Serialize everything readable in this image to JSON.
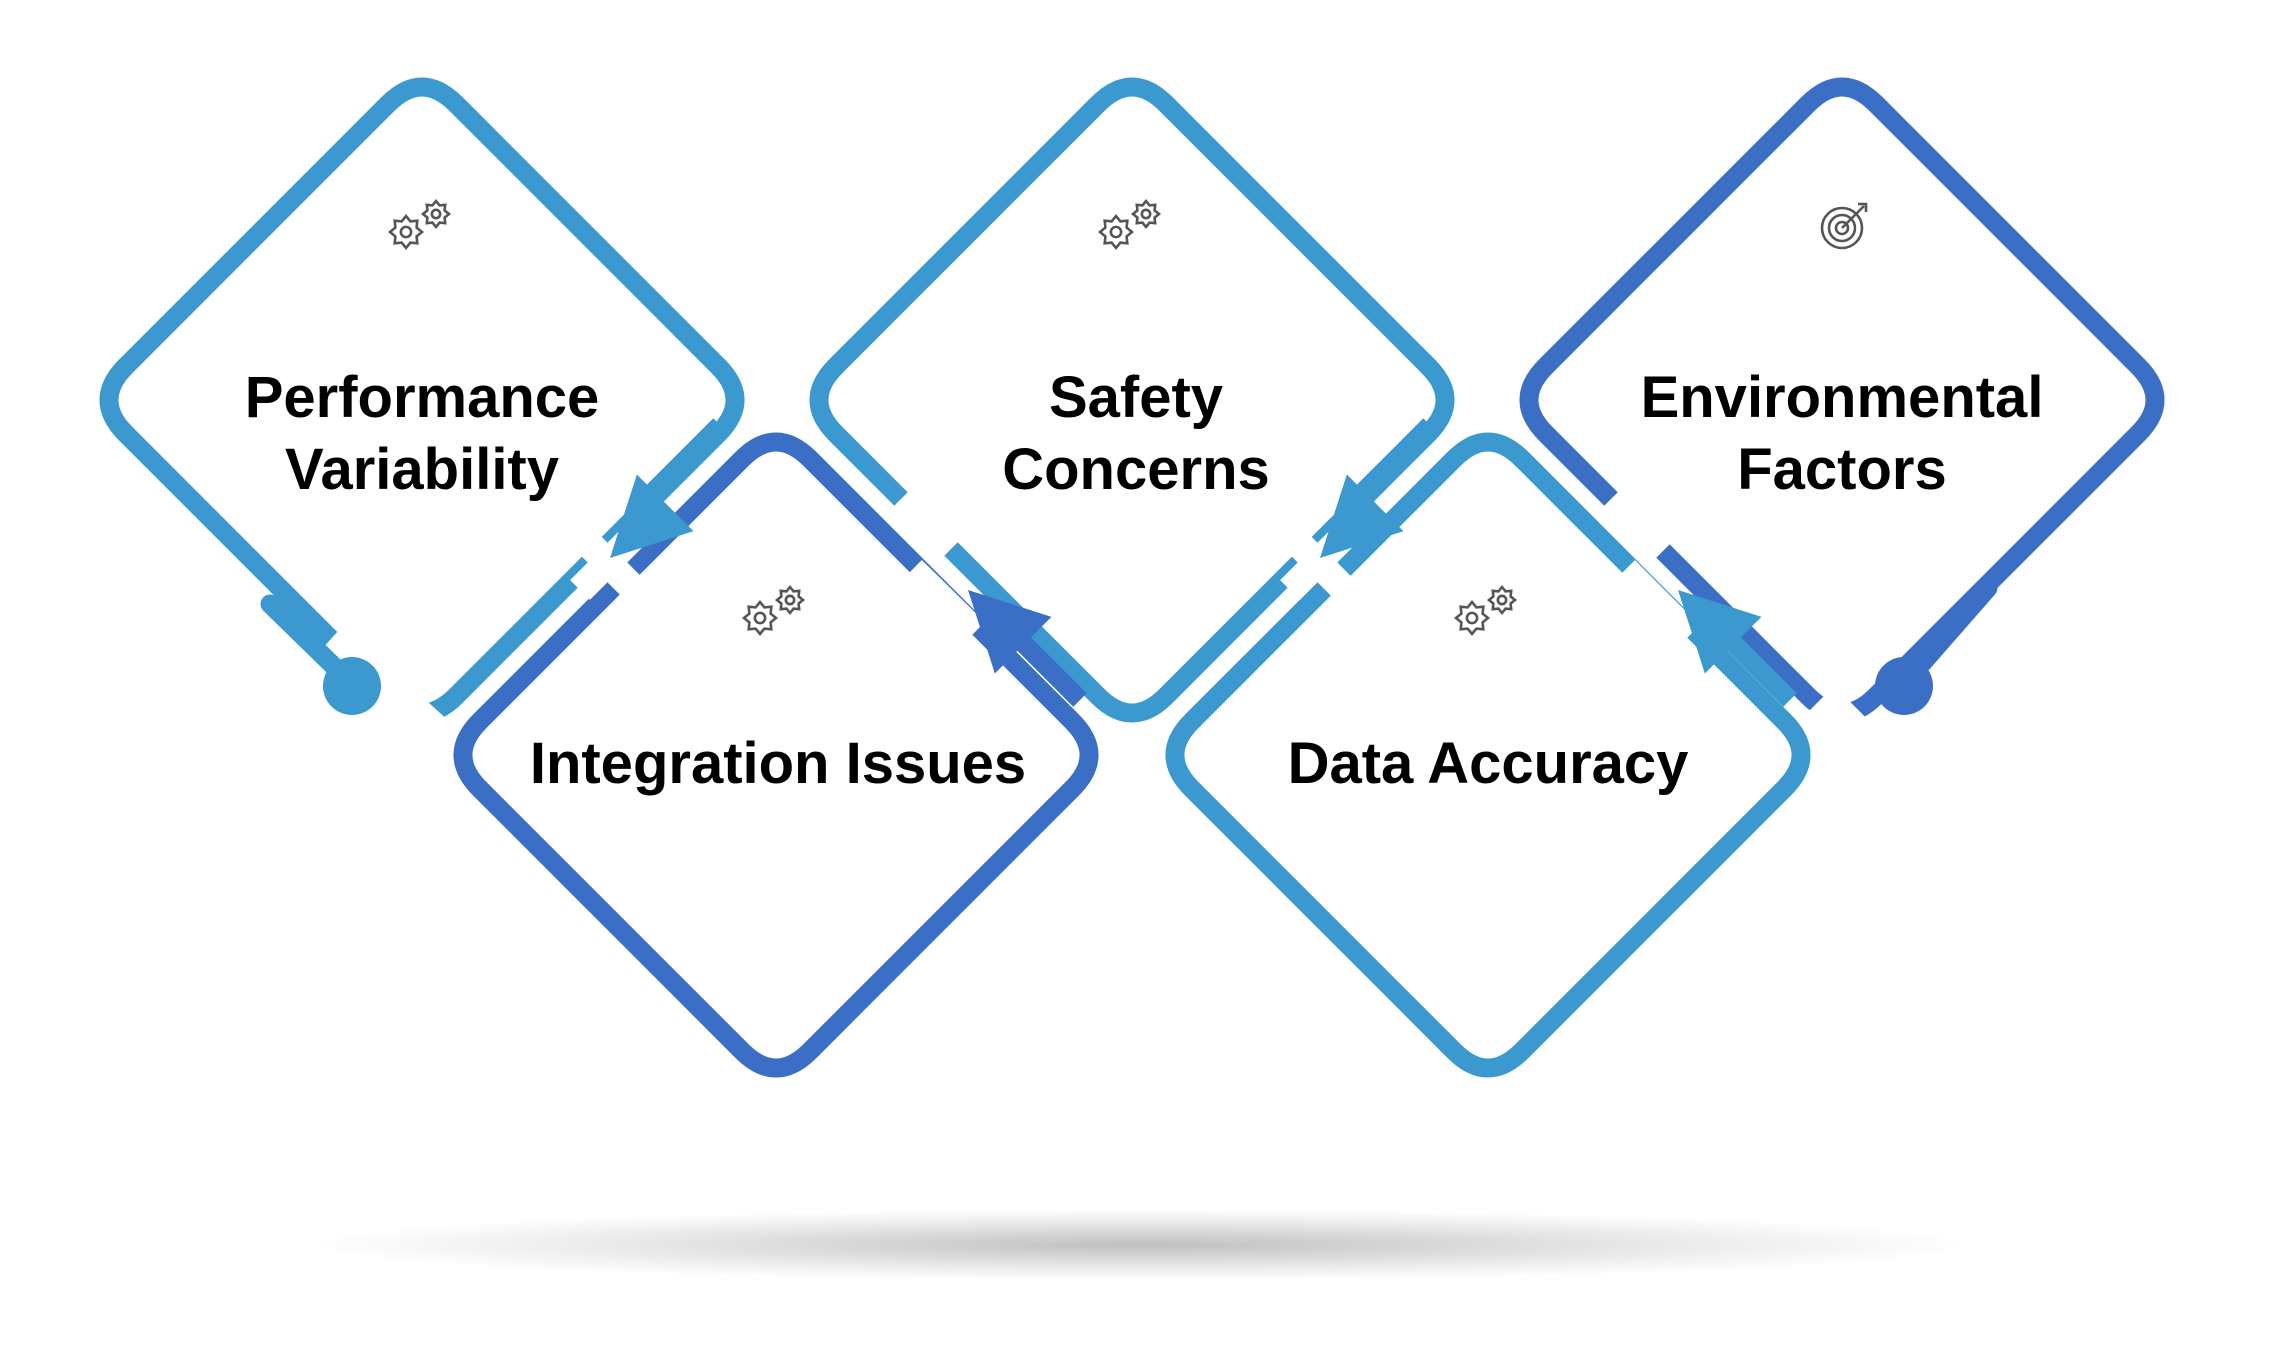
{
  "colors": {
    "light_blue": "#3b99cf",
    "dark_blue": "#3b6fc6",
    "text": "#000000",
    "icon": "#555555"
  },
  "nodes": [
    {
      "id": "performance",
      "lines": [
        "Performance",
        "Variability"
      ],
      "icon": "gears-icon",
      "stroke": "light_blue"
    },
    {
      "id": "integration",
      "lines": [
        "Integration Issues"
      ],
      "icon": "gears-icon",
      "stroke": "dark_blue"
    },
    {
      "id": "safety",
      "lines": [
        "Safety",
        "Concerns"
      ],
      "icon": "gears-icon",
      "stroke": "light_blue"
    },
    {
      "id": "data",
      "lines": [
        "Data Accuracy"
      ],
      "icon": "gears-icon",
      "stroke": "light_blue"
    },
    {
      "id": "environmental",
      "lines": [
        "Environmental",
        "Factors"
      ],
      "icon": "target-icon",
      "stroke": "dark_blue"
    }
  ],
  "connectors": [
    {
      "from": "start",
      "to": "performance",
      "endpoint": "dot"
    },
    {
      "from": "performance",
      "to": "integration",
      "endpoint": "arrow"
    },
    {
      "from": "integration",
      "to": "safety",
      "endpoint": "arrow"
    },
    {
      "from": "safety",
      "to": "data",
      "endpoint": "arrow"
    },
    {
      "from": "data",
      "to": "environmental",
      "endpoint": "arrow"
    },
    {
      "from": "environmental",
      "to": "end",
      "endpoint": "dot"
    }
  ]
}
